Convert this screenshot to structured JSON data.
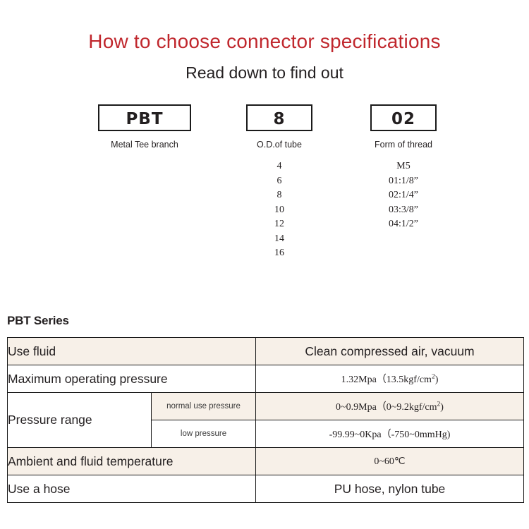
{
  "headings": {
    "title": "How to choose connector specifications",
    "subtitle": "Read down to find out",
    "title_color": "#c0272d"
  },
  "code_breakdown": {
    "columns": [
      {
        "code": "PBT",
        "caption": "Metal Tee branch",
        "options": []
      },
      {
        "code": "8",
        "caption": "O.D.of tube",
        "options": [
          "4",
          "6",
          "8",
          "10",
          "12",
          "14",
          "16"
        ]
      },
      {
        "code": "02",
        "caption": "Form of thread",
        "options": [
          "M5",
          "01:1/8”",
          "02:1/4”",
          "03:3/8”",
          "04:1/2”"
        ]
      }
    ]
  },
  "spec": {
    "series_label": "PBT Series",
    "row_beige_color": "#f7f0e8",
    "rows": [
      {
        "label": "Use fluid",
        "value": "Clean compressed air, vacuum"
      },
      {
        "label": "Maximum operating pressure",
        "value_prefix": "1.32Mpa（13.5kgf/cm",
        "value_sup": "2",
        "value_suffix": ")"
      },
      {
        "label": "Pressure range",
        "sub_label_1": "normal use pressure",
        "sub_value_1_prefix": "0~0.9Mpa（0~9.2kgf/cm",
        "sub_value_1_sup": "2",
        "sub_value_1_suffix": ")",
        "sub_label_2": "low pressure",
        "sub_value_2": "-99.99~0Kpa（-750~0mmHg)"
      },
      {
        "label": "Ambient and fluid temperature",
        "value": "0~60℃"
      },
      {
        "label": "Use a hose",
        "value": "PU hose, nylon tube"
      }
    ]
  }
}
